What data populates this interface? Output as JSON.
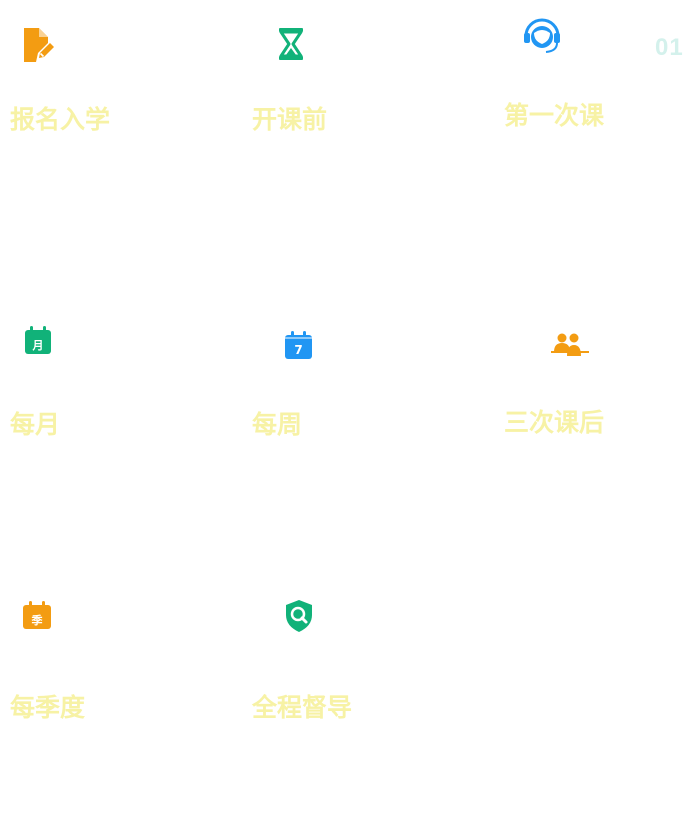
{
  "page_number": "01",
  "colors": {
    "label": "#f7f2a5",
    "page_number": "#d4f1ec",
    "orange": "#f39c12",
    "green": "#11b279",
    "blue": "#2196f3"
  },
  "cards": [
    {
      "label": "报名入学",
      "icon": "edit-document-icon",
      "icon_color": "#f39c12"
    },
    {
      "label": "开课前",
      "icon": "hourglass-icon",
      "icon_color": "#11b279"
    },
    {
      "label": "第一次课",
      "icon": "headset-support-icon",
      "icon_color": "#2196f3"
    },
    {
      "label": "每月",
      "icon": "calendar-month-icon",
      "icon_color": "#11b279",
      "icon_text": "月"
    },
    {
      "label": "每周",
      "icon": "calendar-week-icon",
      "icon_color": "#2196f3",
      "icon_text": "7"
    },
    {
      "label": "三次课后",
      "icon": "people-icon",
      "icon_color": "#f39c12"
    },
    {
      "label": "每季度",
      "icon": "calendar-quarter-icon",
      "icon_color": "#f39c12",
      "icon_text": "季"
    },
    {
      "label": "全程督导",
      "icon": "shield-search-icon",
      "icon_color": "#11b279"
    }
  ]
}
